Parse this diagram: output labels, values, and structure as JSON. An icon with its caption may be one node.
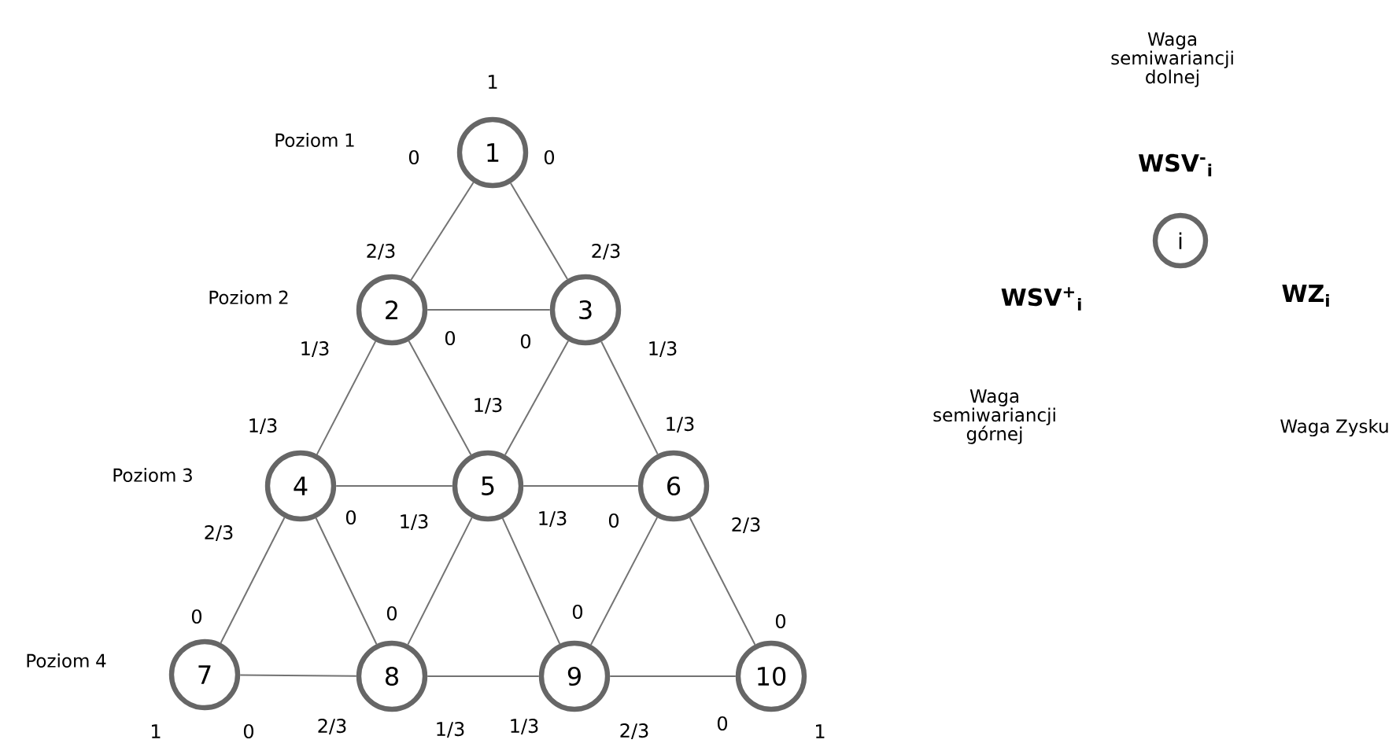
{
  "diagram": {
    "nodes": [
      {
        "text": [
          "1"
        ],
        "beside": [
          "1",
          "0",
          "0"
        ]
      },
      {
        "text": [
          "2"
        ],
        "beside": [
          "2/3",
          "1/3",
          "0"
        ]
      },
      {
        "text": [
          "3"
        ],
        "beside": [
          "2/3",
          "0",
          "1/3"
        ]
      },
      {
        "text": [
          "4"
        ],
        "beside": [
          "1/3",
          "2/3",
          "0"
        ]
      },
      {
        "text": [
          "5"
        ],
        "beside": [
          "1/3",
          "1/3",
          "1/3"
        ]
      },
      {
        "text": [
          "6"
        ],
        "beside": [
          "1/3",
          "0",
          "2/3"
        ]
      },
      {
        "text": [
          "7"
        ],
        "beside": [
          "0",
          "1",
          "0"
        ]
      },
      {
        "text": [
          "8"
        ],
        "beside": [
          "0",
          "2/3",
          "1/3"
        ]
      },
      {
        "text": [
          "9"
        ],
        "beside": [
          "0",
          "1/3",
          "2/3"
        ]
      },
      {
        "text": [
          "10"
        ],
        "beside": [
          "0",
          "0",
          "1"
        ]
      },
      {
        "text": [
          "i"
        ],
        "beside": [
          "WSV$^{-}$$_{i}$",
          "WSV$^{+}$$_{i}$",
          "WZ$_{i}$"
        ]
      }
    ],
    "edges": [
      {
        "from": 0,
        "to": 1,
        "arrow": "none"
      },
      {
        "from": 0,
        "to": 2,
        "arrow": "none"
      },
      {
        "from": 1,
        "to": 2,
        "arrow": "none"
      },
      {
        "from": 1,
        "to": 3,
        "arrow": "none"
      },
      {
        "from": 1,
        "to": 4,
        "arrow": "none"
      },
      {
        "from": 2,
        "to": 4,
        "arrow": "none"
      },
      {
        "from": 2,
        "to": 5,
        "arrow": "none"
      },
      {
        "from": 3,
        "to": 4,
        "arrow": "none"
      },
      {
        "from": 4,
        "to": 5,
        "arrow": "none"
      },
      {
        "from": 3,
        "to": 6,
        "arrow": "none"
      },
      {
        "from": 3,
        "to": 7,
        "arrow": "none"
      },
      {
        "from": 4,
        "to": 7,
        "arrow": "none"
      },
      {
        "from": 4,
        "to": 8,
        "arrow": "none"
      },
      {
        "from": 5,
        "to": 8,
        "arrow": "none"
      },
      {
        "from": 5,
        "to": 9,
        "arrow": "none"
      },
      {
        "from": 6,
        "to": 7,
        "arrow": "none"
      },
      {
        "from": 7,
        "to": 8,
        "arrow": "none"
      },
      {
        "from": 8,
        "to": 9,
        "arrow": "none"
      }
    ],
    "labels": [
      "Waga semiwariancji dolnej",
      "Poziom 1",
      "Poziom 2",
      "Waga semiwariancji górnej",
      "Waga Zysku",
      "Poziom 3",
      "Poziom 4"
    ]
  }
}
